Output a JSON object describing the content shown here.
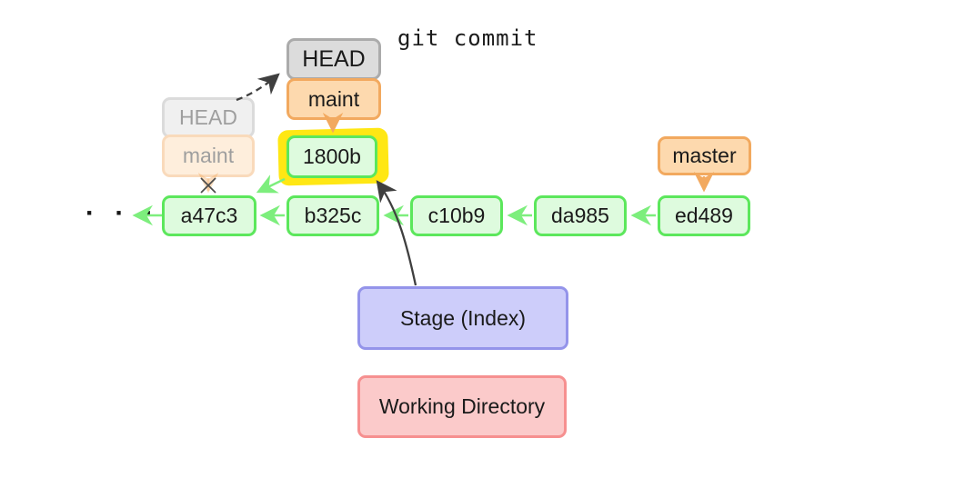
{
  "command": "git commit",
  "head_stack": {
    "head_label": "HEAD",
    "branch_label": "maint"
  },
  "ghost_stack": {
    "head_label": "HEAD",
    "branch_label": "maint"
  },
  "new_commit": {
    "id": "1800b"
  },
  "chain": {
    "ellipsis": "· · ·",
    "commits": [
      "a47c3",
      "b325c",
      "c10b9",
      "da985",
      "ed489"
    ]
  },
  "branches": {
    "master_label": "master"
  },
  "areas": {
    "stage_label": "Stage (Index)",
    "working_label": "Working Directory"
  },
  "colors": {
    "commit_fill": "#defbde",
    "commit_border": "#5ce75c",
    "arrow_green": "#7dee7d",
    "branch_fill": "#fdd9ae",
    "branch_border": "#f2a95f",
    "head_fill": "#dcdcdc",
    "head_border": "#ababab",
    "highlight_yellow": "#ffe714",
    "stage_fill": "#cdcdfa",
    "stage_border": "#9494ea",
    "working_fill": "#fbcaca",
    "working_border": "#f69090",
    "dark_arrow": "#3f3f3f"
  }
}
